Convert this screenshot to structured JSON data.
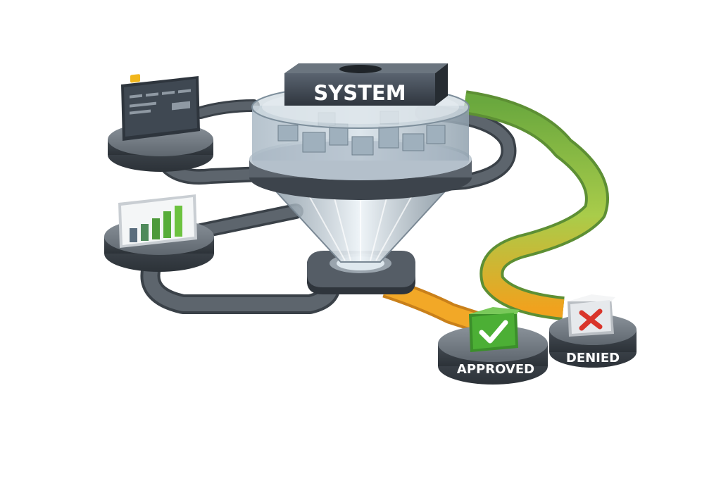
{
  "system": {
    "label": "SYSTEM"
  },
  "outcomes": {
    "approved": {
      "label": "APPROVED",
      "icon": "checkmark-icon",
      "color": "#4caf35"
    },
    "denied": {
      "label": "DENIED",
      "icon": "x-mark-icon",
      "color": "#d9352a"
    }
  },
  "inputs": [
    {
      "icon": "credit-card-icon"
    },
    {
      "icon": "bar-chart-icon"
    }
  ],
  "colors": {
    "pipe_dark": "#4b535c",
    "pipe_green": "#7fbf45",
    "pipe_yellow": "#c9d94a",
    "pipe_orange": "#f0a21e",
    "pedestal": "#3c434b"
  }
}
